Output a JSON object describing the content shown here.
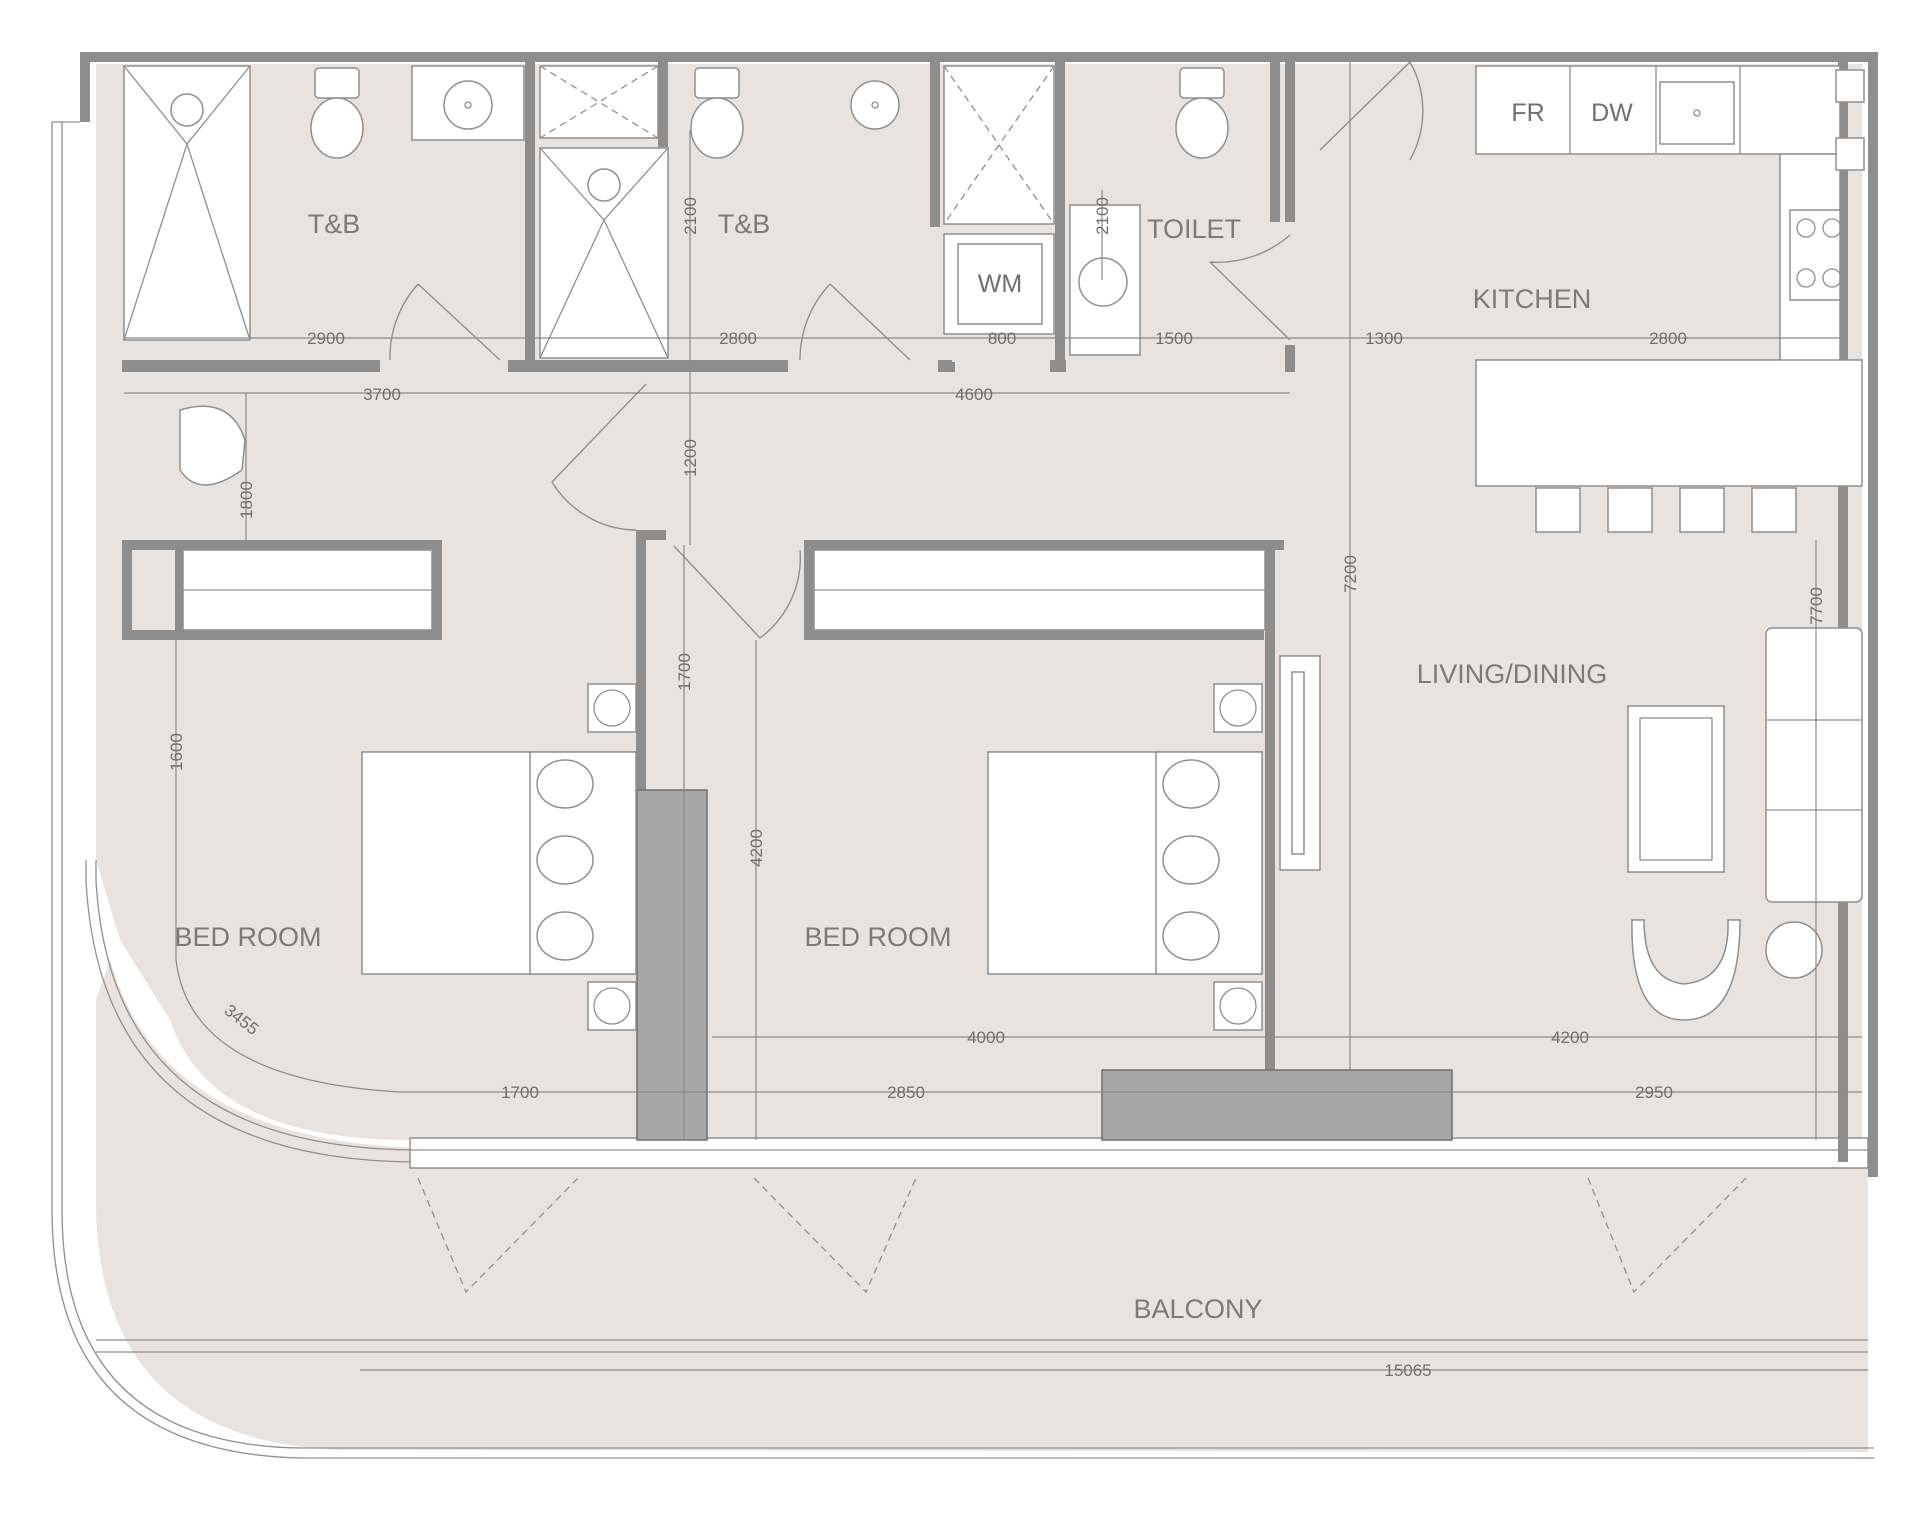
{
  "rooms": {
    "tb1": "T&B",
    "tb2": "T&B",
    "toilet": "TOILET",
    "kitchen": "KITCHEN",
    "living": "LIVING/DINING",
    "bed1": "BED ROOM",
    "bed2": "BED ROOM",
    "balcony": "BALCONY"
  },
  "fixtures": {
    "fr": "FR",
    "dw": "DW",
    "wm": "WM"
  },
  "dimensions": {
    "d2900": "2900",
    "d2800a": "2800",
    "d800": "800",
    "d1500": "1500",
    "d1300": "1300",
    "d2800b": "2800",
    "d3700": "3700",
    "d4600": "4600",
    "d2100a": "2100",
    "d2100b": "2100",
    "d1200": "1200",
    "d1800": "1800",
    "d1700v": "1700",
    "d7200": "7200",
    "d7700": "7700",
    "d1600": "1600",
    "d4200v": "4200",
    "d3455": "3455",
    "d4000": "4000",
    "d4200h": "4200",
    "d1700h": "1700",
    "d2850": "2850",
    "d2950": "2950",
    "d15065": "15065"
  }
}
